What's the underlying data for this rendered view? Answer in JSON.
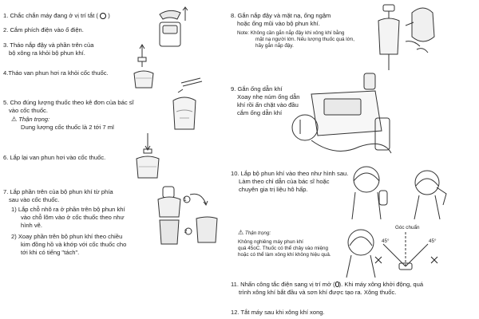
{
  "steps": {
    "s1": "1. Chắc chắn máy đang ở vị trí tắt (",
    "s1_close": ")",
    "s2": "2. Cắm phích điện vào ổ điện.",
    "s3a": "3. Tháo nắp đậy và phần trên của",
    "s3b": "bộ xông ra khỏi bộ phun khí.",
    "s4": "4.Tháo van phun hơi ra khỏi cốc thuốc.",
    "s5a": "5. Cho đúng lượng thuốc theo kê đơn của bác sĩ",
    "s5b": "vào cốc thuốc.",
    "s5c": "Thận trọng:",
    "s5d": "Dung lượng cốc thuốc là 2 tới 7 ml",
    "s6": "6. Lắp lại van phun hơi vào cốc thuốc.",
    "s7a": "7. Lắp phần trên của bộ phun khí từ phía",
    "s7b": "sau vào cốc thuốc.",
    "s7c": "1) Lắp chỗ nhô ra ở phần trên bộ phun khí",
    "s7d": "vào chỗ lõm vào ở cốc thuốc theo như",
    "s7e": "hình vẽ.",
    "s7f": "2) Xoay phần trên bộ phun khí theo chiều",
    "s7g": "kim đồng hồ và khớp với cốc thuốc cho",
    "s7h": "tới khi có tiếng \"tách\".",
    "s8a": "8. Gắn nắp đậy và mặt nạ, ống ngậm",
    "s8b": "hoặc ống mũi vào bộ phun khí.",
    "s8c": "Note: Không cần gắn nắp đậy khi xông khí bằng",
    "s8d": "mặt nạ người lớn. Nếu lượng thuốc quá lớn,",
    "s8e": "hãy gắn nắp đậy.",
    "s9a": "9. Gắn ống dẫn khí",
    "s9b": "Xoay nhẹ núm ống dẫn",
    "s9c": "khí rồi ấn chặt vào đầu",
    "s9d": "cắm ống dẫn khí",
    "s10a": "10. Lắp bộ phun khí vào theo như hình sau.",
    "s10b": "Làm theo chỉ dẫn của bác sĩ hoặc",
    "s10c": "chuyên gia trị liệu hô hấp.",
    "s10d": "Thận trọng:",
    "s10e": "Không nghiêng máy phun khí",
    "s10f": "quá 45oC. Thuốc có thể chảy vào miệng",
    "s10g": "hoặc có thể làm xông khí không hiệu quả.",
    "s11a": "11. Nhấn công tắc điện sang vị trí mở (",
    "s11b": "). Khi máy xông khởi động, quá",
    "s11c": "trình xông khí bắt đầu và sơn khí được tạo ra. Xông thuốc.",
    "s12": "12. Tắt máy sau khi xông khí xong."
  },
  "figure_labels": {
    "good_angle": "Góc chuẩn",
    "angle_left": "45°",
    "angle_right": "45°",
    "step_1": "1",
    "step_2": "2"
  },
  "icons": [
    "power-off-icon",
    "warning-icon",
    "power-on-icon"
  ],
  "colors": {
    "text": "#222222",
    "line": "#333333"
  }
}
